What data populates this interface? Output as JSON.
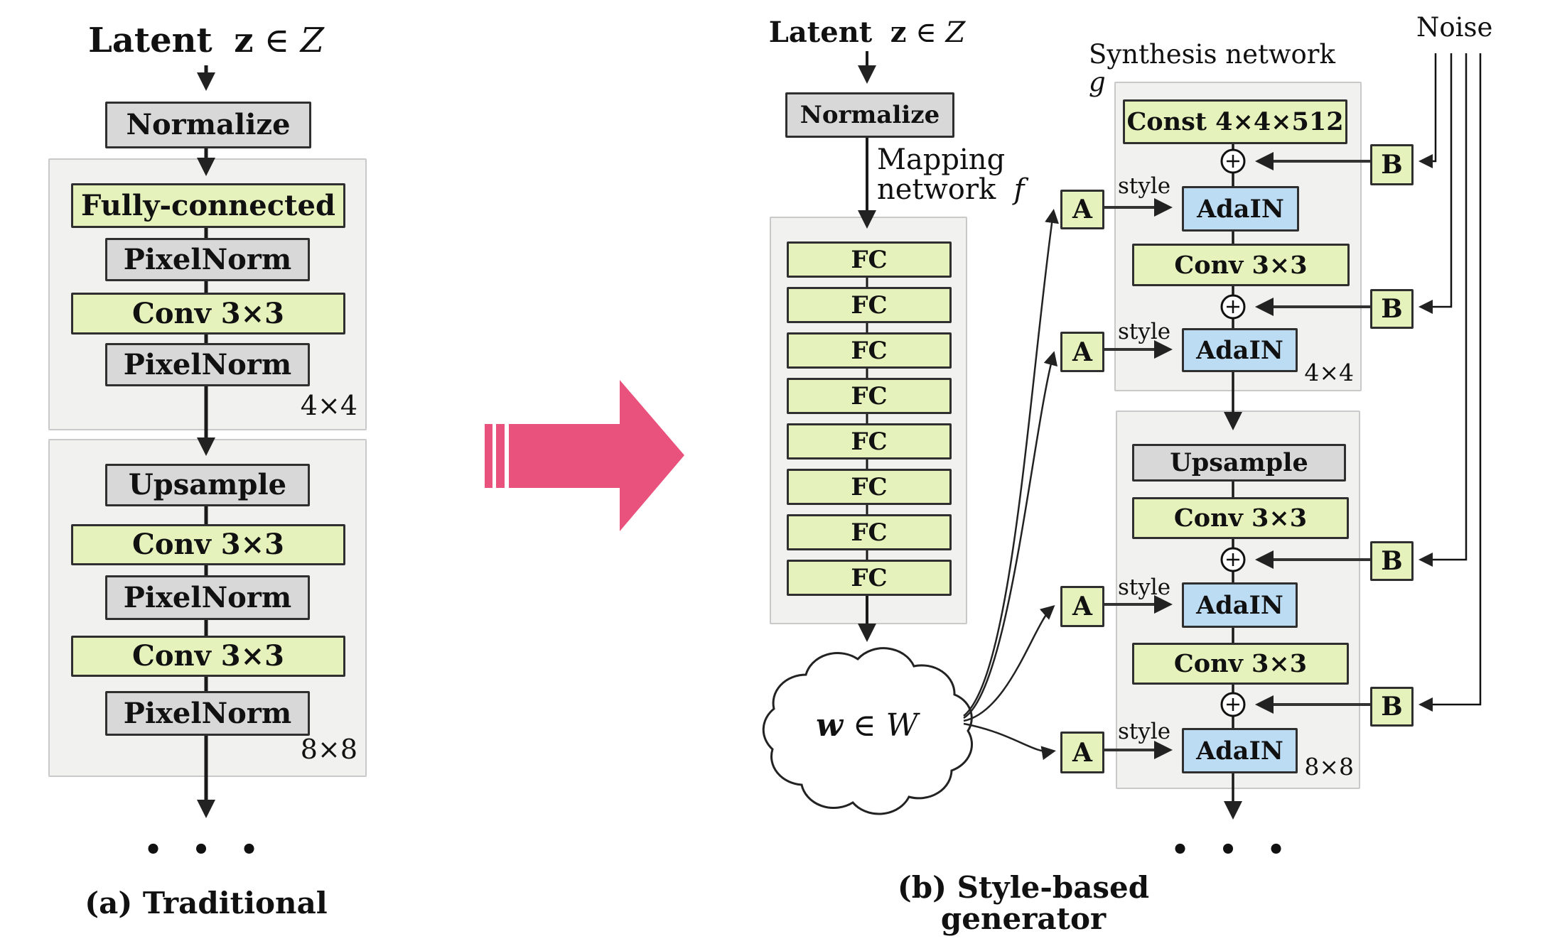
{
  "captions": {
    "a": "(a) Traditional",
    "b": "(b) Style-based generator"
  },
  "latent_a": {
    "word": "Latent",
    "z": "z",
    "in": "∈",
    "space": "Z"
  },
  "latent_b": {
    "word": "Latent",
    "z": "z",
    "in": "∈",
    "space": "Z"
  },
  "w_label": {
    "w": "w",
    "in": "∈",
    "space": "W"
  },
  "titles": {
    "synthesis": "Synthesis network",
    "synthesis_g": "g",
    "noise": "Noise",
    "mapping_1": "Mapping",
    "mapping_2": "network",
    "mapping_f": "f"
  },
  "misc": {
    "style": "style",
    "a": "A",
    "b": "B",
    "res_a1": "4×4",
    "res_a2": "8×8",
    "res_b1": "4×4",
    "res_b2": "8×8",
    "dots": "• • •"
  },
  "trad": {
    "normalize": "Normalize",
    "block1": [
      "Fully-connected",
      "PixelNorm",
      "Conv 3×3",
      "PixelNorm"
    ],
    "block2": [
      "Upsample",
      "Conv 3×3",
      "PixelNorm",
      "Conv 3×3",
      "PixelNorm"
    ]
  },
  "map": {
    "normalize": "Normalize",
    "fc": [
      "FC",
      "FC",
      "FC",
      "FC",
      "FC",
      "FC",
      "FC",
      "FC"
    ]
  },
  "synth": {
    "b1": [
      "Const 4×4×512",
      "AdaIN",
      "Conv 3×3",
      "AdaIN"
    ],
    "b2": [
      "Upsample",
      "Conv 3×3",
      "AdaIN",
      "Conv 3×3",
      "AdaIN"
    ]
  },
  "colors": {
    "green_box": "#e6f2bb",
    "gray_box": "#d8d8d8",
    "blue_box": "#bcdcf4",
    "container_fill": "#f1f1ef",
    "container_border": "#c9c9c9",
    "pink_arrow": "#e8527d",
    "line": "#222222",
    "text": "#111111",
    "background": "#ffffff"
  }
}
